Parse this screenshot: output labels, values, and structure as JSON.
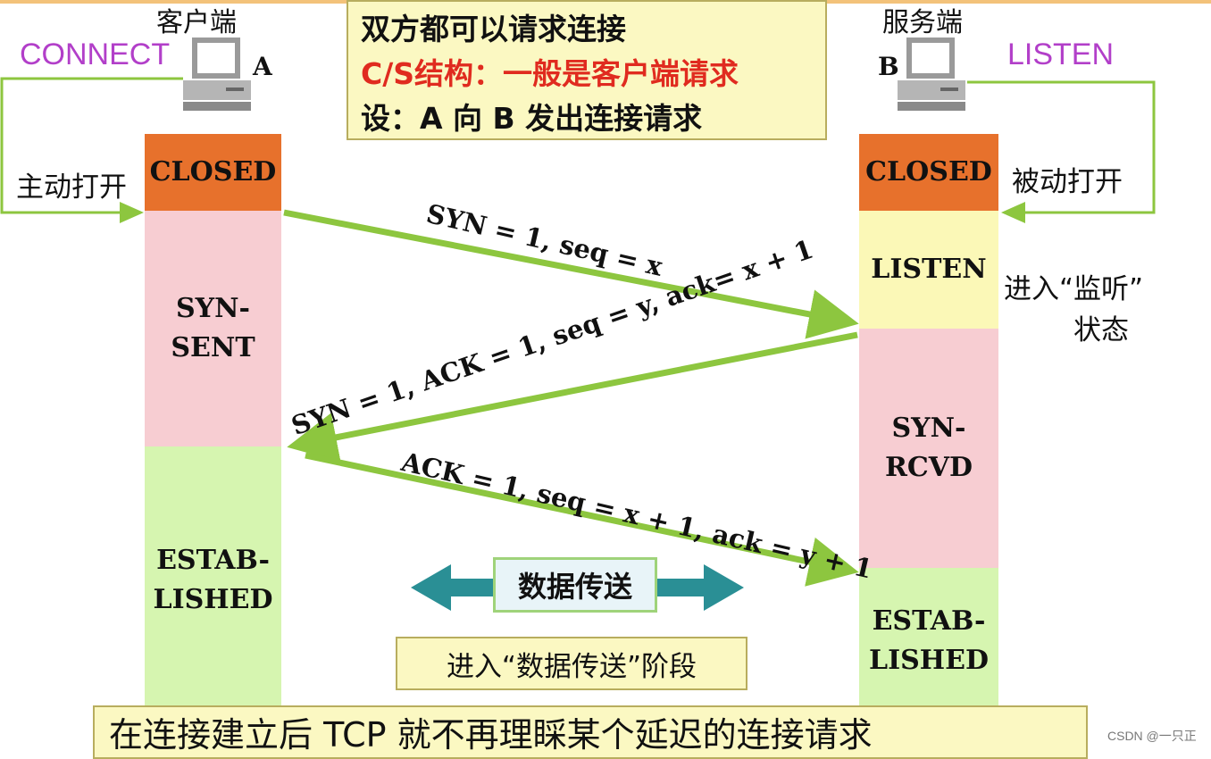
{
  "client": {
    "title": "客户端",
    "letter": "A",
    "action": "CONNECT",
    "open_label": "主动打开"
  },
  "server": {
    "title": "服务端",
    "letter": "B",
    "action": "LISTEN",
    "open_label": "被动打开",
    "listen_note_1": "进入“监听”",
    "listen_note_2": "状态"
  },
  "info": {
    "line1": "双方都可以请求连接",
    "line2": "C/S结构：一般是客户端请求",
    "line3": "设：A 向 B 发出连接请求"
  },
  "client_states": {
    "closed": "CLOSED",
    "syn_sent_1": "SYN-",
    "syn_sent_2": "SENT",
    "est_1": "ESTAB-",
    "est_2": "LISHED"
  },
  "server_states": {
    "closed": "CLOSED",
    "listen": "LISTEN",
    "syn_rcvd_1": "SYN-",
    "syn_rcvd_2": "RCVD",
    "est_1": "ESTAB-",
    "est_2": "LISHED"
  },
  "messages": {
    "syn": "SYN = 1, seq = x",
    "syn_ack": "SYN = 1, ACK = 1, seq = y, ack= x + 1",
    "ack": "ACK = 1, seq = x + 1, ack = y + 1"
  },
  "transfer_label": "数据传送",
  "stage_label": "进入“数据传送”阶段",
  "bottom_note": "在连接建立后 TCP 就不再理睬某个延迟的连接请求",
  "watermark": "CSDN @一只正",
  "colors": {
    "arrow": "#8dc63f",
    "transfer_arrow": "#2a8f95",
    "closed": "#e7712c",
    "syn": "#f7cdd2",
    "established": "#d6f5b0",
    "listen": "#fbf8b7",
    "action_text": "#b23fc9",
    "highlight_text": "#e02b1f"
  },
  "icons": {
    "computer": "computer-icon"
  }
}
